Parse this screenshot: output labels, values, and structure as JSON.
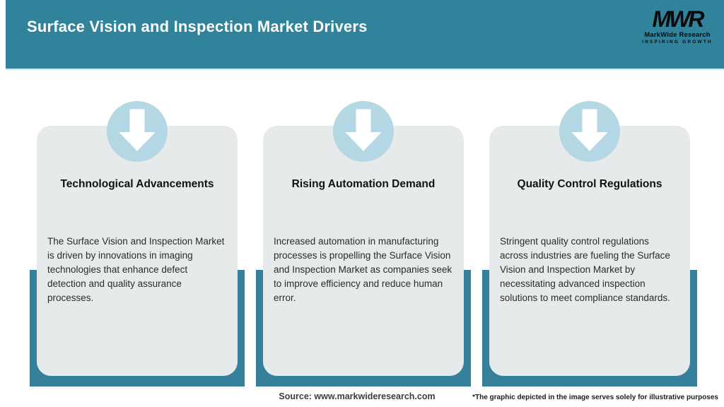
{
  "header": {
    "title": "Surface Vision and Inspection Market Drivers",
    "logo": {
      "monogram": "MWR",
      "name": "MarkWide Research",
      "tagline": "INSPIRING GROWTH"
    }
  },
  "cards": [
    {
      "title": "Technological Advancements",
      "body": "The Surface Vision and Inspection Market is driven by innovations in imaging technologies that enhance defect detection and quality assurance processes.",
      "icon": "down-arrow-icon"
    },
    {
      "title": "Rising Automation Demand",
      "body": "Increased automation in manufacturing processes is propelling the Surface Vision and Inspection Market as companies seek to improve efficiency and reduce human error.",
      "icon": "down-arrow-icon"
    },
    {
      "title": "Quality Control Regulations",
      "body": "Stringent quality control regulations across industries are fueling the Surface Vision and Inspection Market by necessitating advanced inspection solutions to meet compliance standards.",
      "icon": "down-arrow-icon"
    }
  ],
  "footer": {
    "source": "Source: www.markwideresearch.com",
    "disclaimer": "*The graphic depicted in the image serves solely for illustrative purposes"
  },
  "colors": {
    "header_teal": "#31839B",
    "bar_teal": "#35809A",
    "circle_blue": "#B3D7E3",
    "card_gray": "#E7EAEB",
    "title_text": "#FFFFFF",
    "body_text": "#2B2B2B"
  }
}
